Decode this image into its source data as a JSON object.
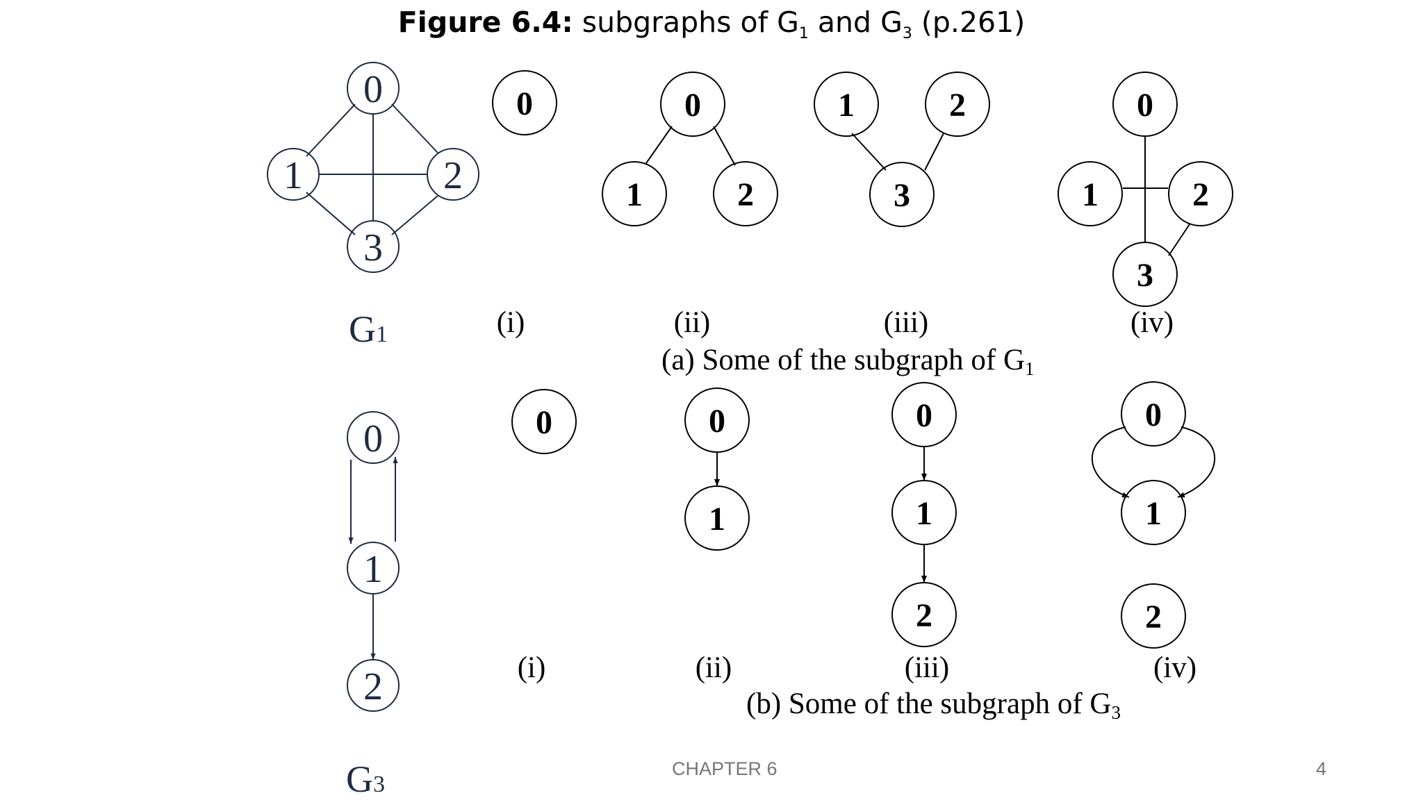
{
  "title": {
    "bold": "Figure 6.4:",
    "pre": " subgraphs of G",
    "sub1": "1",
    "mid": " and G",
    "sub3": "3",
    "post": " (p.261)"
  },
  "g1": {
    "label": "G",
    "sub": "1",
    "nodes": [
      "0",
      "1",
      "2",
      "3"
    ]
  },
  "g3": {
    "label": "G",
    "sub": "3",
    "nodes": [
      "0",
      "1",
      "2"
    ]
  },
  "part_a": {
    "caption": "(a) Some of the subgraph of G",
    "caption_sub": "1",
    "labels": [
      "(i)",
      "(ii)",
      "(iii)",
      "(iv)"
    ],
    "i": [
      "0"
    ],
    "ii": [
      "0",
      "1",
      "2"
    ],
    "iii": [
      "1",
      "2",
      "3"
    ],
    "iv": [
      "0",
      "1",
      "2",
      "3"
    ]
  },
  "part_b": {
    "caption": "(b) Some of the subgraph of G",
    "caption_sub": "3",
    "labels": [
      "(i)",
      "(ii)",
      "(iii)",
      "(iv)"
    ],
    "i": [
      "0"
    ],
    "ii": [
      "0",
      "1"
    ],
    "iii": [
      "0",
      "1",
      "2"
    ],
    "iv": [
      "0",
      "1",
      "2"
    ]
  },
  "footer": {
    "chapter": "CHAPTER 6",
    "page": "4"
  },
  "colors": {
    "main_graph": "#1d2c40",
    "subgraph": "#000000",
    "footer": "#767676"
  }
}
